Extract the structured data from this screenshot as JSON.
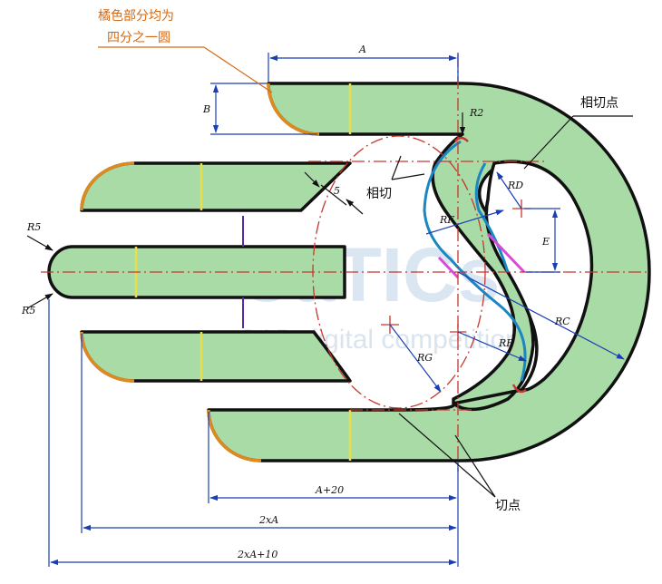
{
  "annotations": {
    "orange_note_line1": "橘色部分均为",
    "orange_note_line2": "四分之一圆",
    "tangent_point_top": "相切点",
    "tangent": "相切",
    "tangent_points_bottom": "切点"
  },
  "dimensions": {
    "a": "A",
    "b": "B",
    "r2": "R2",
    "five": "5",
    "rd": "RD",
    "rf_upper": "RF",
    "e": "E",
    "r5_upper": "R5",
    "r5_lower": "R5",
    "rc_right": "RC",
    "rf_lower": "RF",
    "rg": "RG",
    "a_plus_20": "A+20",
    "two_x_a": "2xA",
    "two_x_a_plus_10": "2xA+10"
  },
  "watermark": {
    "logo": "CaTICs",
    "tagline": "CAD digital competition"
  },
  "colors": {
    "fill_green": "#a9dba6",
    "outline": "#111111",
    "quarter_arc_orange": "#e08a1e",
    "centerline_red": "#c8362d",
    "dimension_blue": "#1a3fb5",
    "s_curve_blue": "#1a86c2",
    "magenta_segment": "#d94ad9",
    "divider_yellow": "#e8e04a",
    "note_orange": "#d46a14"
  }
}
